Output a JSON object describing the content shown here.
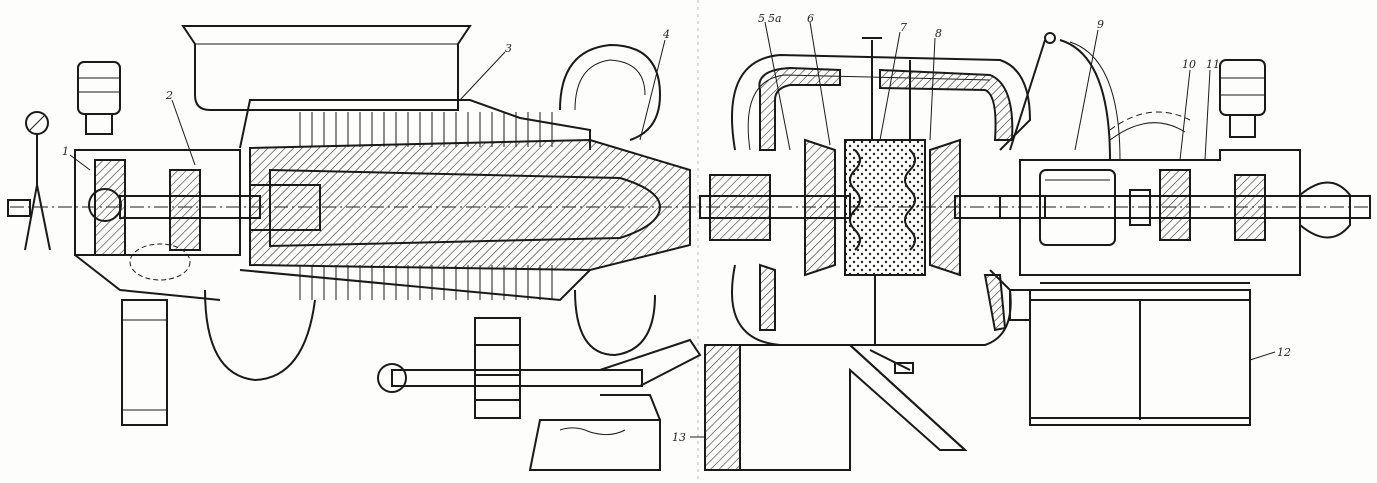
{
  "callouts": [
    {
      "id": "1",
      "label": "1"
    },
    {
      "id": "2",
      "label": "2"
    },
    {
      "id": "3",
      "label": "3"
    },
    {
      "id": "4",
      "label": "4"
    },
    {
      "id": "5",
      "label": "5"
    },
    {
      "id": "5a",
      "label": "5а"
    },
    {
      "id": "6",
      "label": "6"
    },
    {
      "id": "7",
      "label": "7"
    },
    {
      "id": "8",
      "label": "8"
    },
    {
      "id": "9",
      "label": "9"
    },
    {
      "id": "10",
      "label": "10"
    },
    {
      "id": "11",
      "label": "11"
    },
    {
      "id": "12",
      "label": "12"
    },
    {
      "id": "13",
      "label": "13"
    }
  ]
}
